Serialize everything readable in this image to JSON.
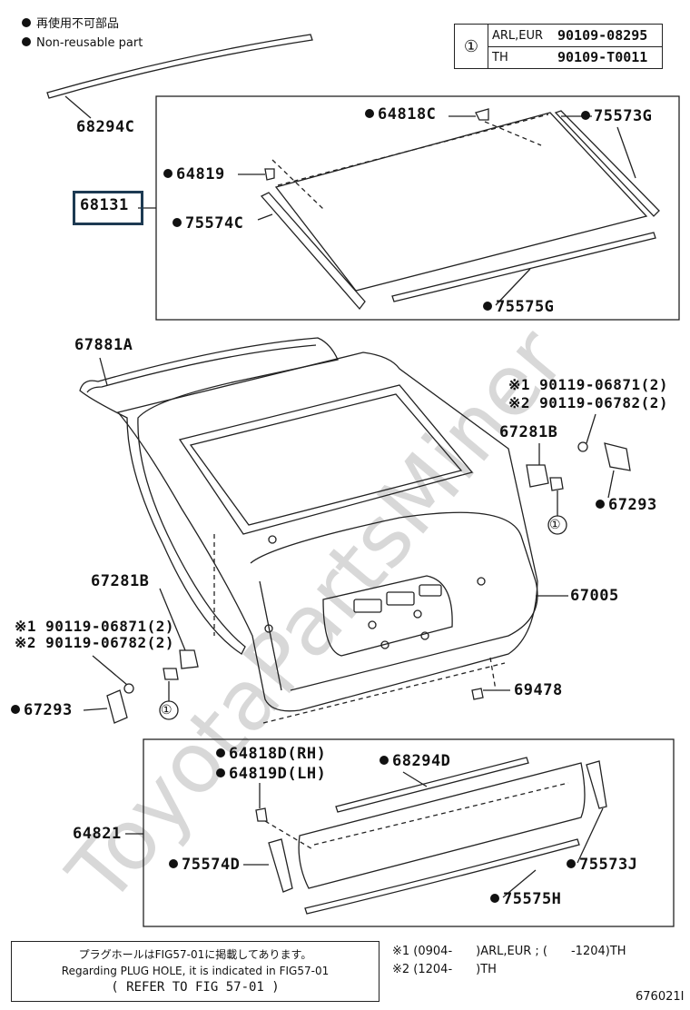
{
  "legend": {
    "jp": "再使用不可部品",
    "en": "Non-reusable part"
  },
  "bolt_table": {
    "circle": "①",
    "rows": [
      {
        "region": "ARL,EUR",
        "part": "90109-08295"
      },
      {
        "region": "TH",
        "part": "90109-T0011"
      }
    ]
  },
  "labels": {
    "p68294C": "68294C",
    "p68131": "68131",
    "p64818C": "64818C",
    "p75573G": "75573G",
    "p64819": "64819",
    "p75574C": "75574C",
    "p75575G": "75575G",
    "p67881A": "67881A",
    "p9011906871_a": "※1 90119-06871(2)",
    "p9011906782_a": "※2 90119-06782(2)",
    "p67281B_a": "67281B",
    "p67293_a": "67293",
    "circ1_a": "①",
    "p67281B_b": "67281B",
    "p67005": "67005",
    "p9011906871_b": "※1 90119-06871(2)",
    "p9011906782_b": "※2 90119-06782(2)",
    "p67293_b": "67293",
    "circ1_b": "①",
    "p69478": "69478",
    "p64818D": "64818D(RH)",
    "p64819D": "64819D(LH)",
    "p68294D": "68294D",
    "p64821": "64821",
    "p75574D": "75574D",
    "p75573J": "75573J",
    "p75575H": "75575H"
  },
  "note_box": {
    "line1": "プラグホールはFIG57-01に掲載してあります。",
    "line2": "Regarding PLUG HOLE, it is indicated in FIG57-01",
    "line3": "( REFER TO FIG 57-01 )"
  },
  "footnotes": {
    "n1": "※1 (0904-　　)ARL,EUR ; (　　-1204)TH",
    "n2": "※2 (1204-　　)TH"
  },
  "figure_number": "676021I",
  "watermark": "ToyotaPartsMiner"
}
